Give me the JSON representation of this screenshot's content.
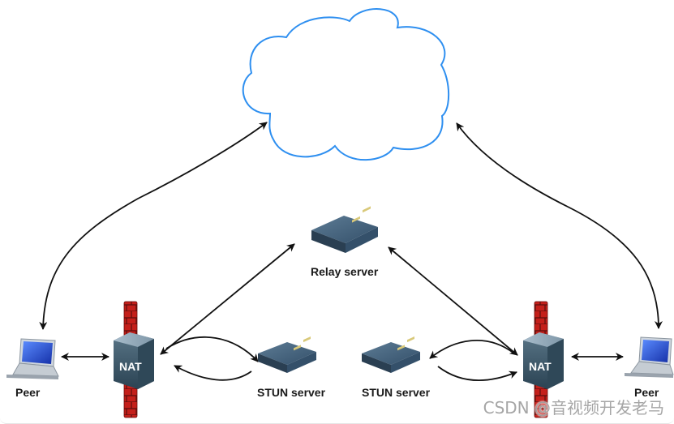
{
  "diagram": {
    "title": "NAT traversal with STUN and relay servers",
    "nodes": {
      "internet": {
        "type": "cloud",
        "color": "#2e8ff0"
      },
      "relay_server": {
        "label": "Relay server",
        "type": "server"
      },
      "stun_left": {
        "label": "STUN server",
        "type": "server"
      },
      "stun_right": {
        "label": "STUN server",
        "type": "server"
      },
      "nat_left": {
        "label": "NAT",
        "type": "nat-firewall"
      },
      "nat_right": {
        "label": "NAT",
        "type": "nat-firewall"
      },
      "peer_left": {
        "label": "Peer",
        "type": "laptop"
      },
      "peer_right": {
        "label": "Peer",
        "type": "laptop"
      }
    },
    "edges": [
      {
        "from": "peer_left",
        "to": "internet",
        "direction": "both"
      },
      {
        "from": "peer_right",
        "to": "internet",
        "direction": "both"
      },
      {
        "from": "peer_left",
        "to": "nat_left",
        "direction": "both"
      },
      {
        "from": "peer_right",
        "to": "nat_right",
        "direction": "both"
      },
      {
        "from": "nat_left",
        "to": "relay_server",
        "direction": "both"
      },
      {
        "from": "nat_right",
        "to": "relay_server",
        "direction": "both"
      },
      {
        "from": "nat_left",
        "to": "stun_left",
        "direction": "forward"
      },
      {
        "from": "stun_left",
        "to": "nat_left",
        "direction": "forward"
      },
      {
        "from": "nat_right",
        "to": "stun_right",
        "direction": "forward"
      },
      {
        "from": "stun_right",
        "to": "nat_right",
        "direction": "forward"
      }
    ],
    "colors": {
      "cloud_stroke": "#2e8ff0",
      "arrow": "#111111",
      "firewall_brick": "#c0201c",
      "server_body": "#3b5468",
      "laptop_screen": "#2b54d6"
    }
  },
  "watermark": "CSDN @音视频开发老马"
}
